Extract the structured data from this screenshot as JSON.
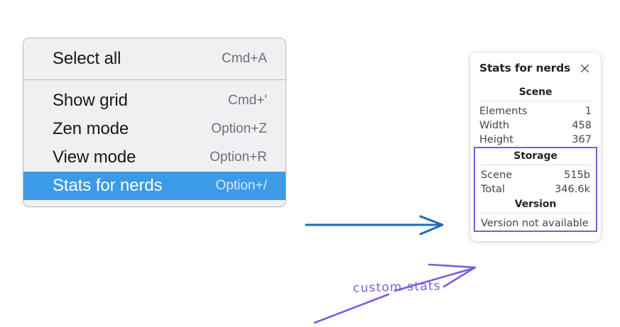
{
  "context_menu": {
    "groups": [
      {
        "items": [
          {
            "label": "Select all",
            "shortcut": "Cmd+A",
            "selected": false
          }
        ]
      },
      {
        "items": [
          {
            "label": "Show grid",
            "shortcut": "Cmd+'",
            "selected": false
          },
          {
            "label": "Zen mode",
            "shortcut": "Option+Z",
            "selected": false
          },
          {
            "label": "View mode",
            "shortcut": "Option+R",
            "selected": false
          },
          {
            "label": "Stats for nerds",
            "shortcut": "Option+/",
            "selected": true
          }
        ]
      }
    ],
    "highlight_color": "#3b9be8"
  },
  "stats_panel": {
    "title": "Stats for nerds",
    "close_icon": "close-icon",
    "sections": [
      {
        "name": "scene",
        "title": "Scene",
        "boxed": false,
        "rows": [
          {
            "key": "Elements",
            "value": "1"
          },
          {
            "key": "Width",
            "value": "458"
          },
          {
            "key": "Height",
            "value": "367"
          }
        ]
      },
      {
        "name": "storage",
        "title": "Storage",
        "boxed": true,
        "rows": [
          {
            "key": "Scene",
            "value": "515b"
          },
          {
            "key": "Total",
            "value": "346.6k"
          }
        ]
      },
      {
        "name": "version",
        "title": "Version",
        "boxed": true,
        "note": "Version not available"
      }
    ]
  },
  "annotations": {
    "callout_text": "custom stats",
    "callout_color": "#7b5ae2",
    "arrow_color": "#1f6cb0"
  }
}
